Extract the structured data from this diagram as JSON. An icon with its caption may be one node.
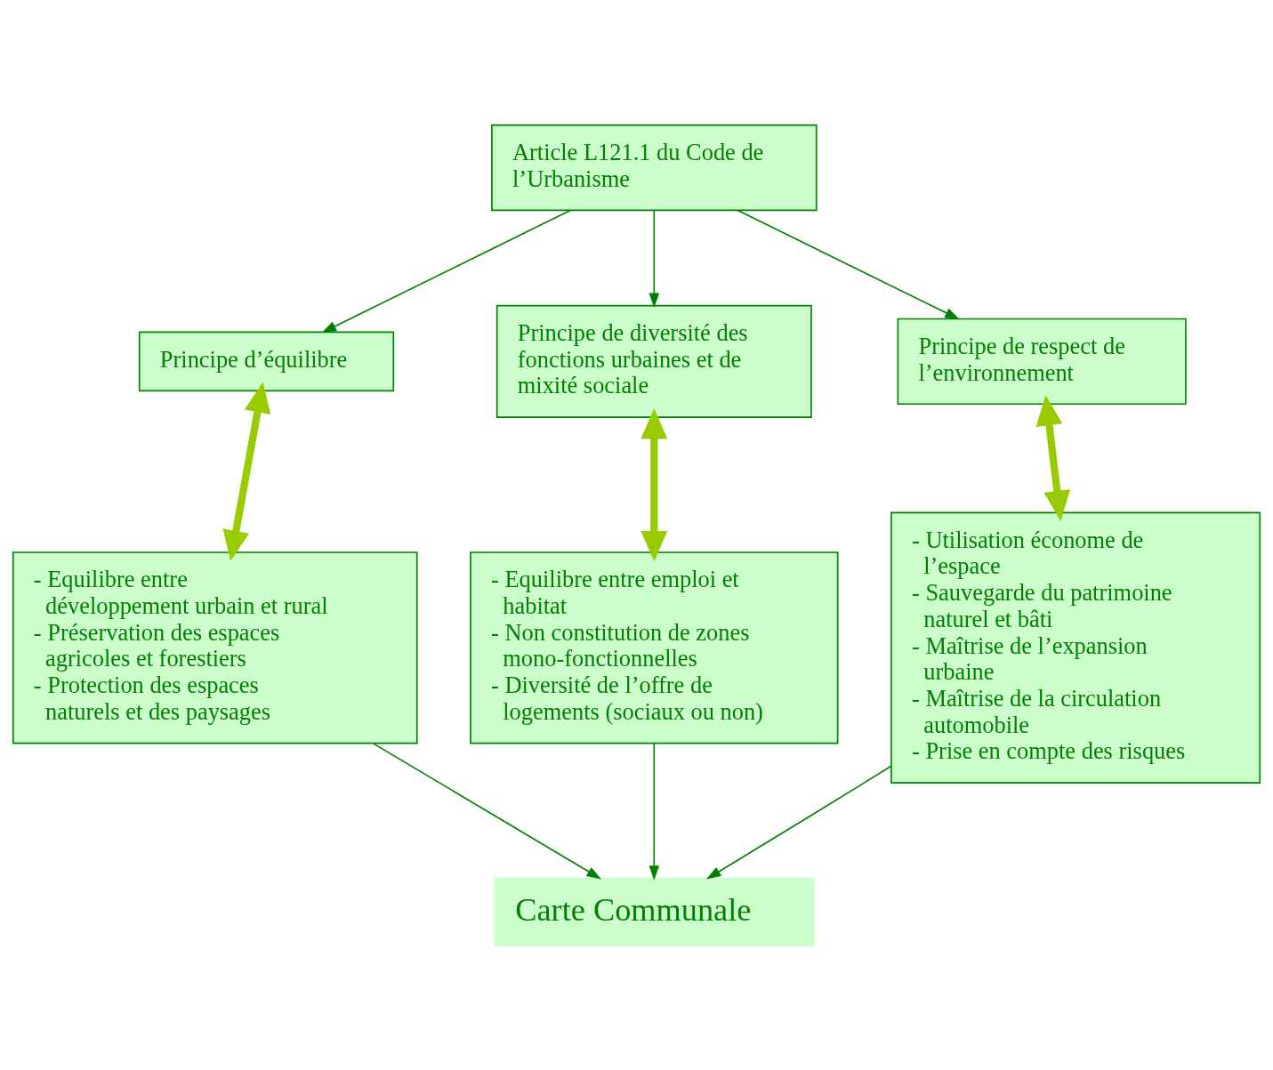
{
  "diagram": {
    "nodes": [
      {
        "text": [
          "Article L121.1 du Code de l’Urbanisme"
        ]
      },
      {
        "text": [
          "Principe d’équilibre"
        ]
      },
      {
        "text": [
          "Principe de diversité des fonctions urbaines et de mixité sociale"
        ]
      },
      {
        "text": [
          "Principe de respect de l’environnement"
        ]
      },
      {
        "text": [
          "- Equilibre entre développement urbain et rural",
          "- Préservation des espaces agricoles et forestiers",
          "- Protection des espaces naturels et des paysages"
        ]
      },
      {
        "text": [
          "- Equilibre entre emploi et habitat",
          "- Non constitution de zones mono-fonctionnelles",
          "- Diversité de l’offre de logements (sociaux ou non)"
        ]
      },
      {
        "text": [
          "- Utilisation économe de l’espace",
          "- Sauvegarde du patrimoine naturel et bâti",
          "- Maîtrise de l’expansion urbaine",
          "- Maîtrise de la circulation automobile",
          "- Prise en compte des risques"
        ]
      },
      {
        "text": [
          "Carte Communale"
        ]
      }
    ],
    "edges": [
      {
        "from": 0,
        "to": 1,
        "arrow": "to"
      },
      {
        "from": 0,
        "to": 2,
        "arrow": "to"
      },
      {
        "from": 0,
        "to": 3,
        "arrow": "to"
      },
      {
        "from": 1,
        "to": 4,
        "arrow": "both",
        "style": "thick",
        "color": "#99cc00"
      },
      {
        "from": 2,
        "to": 5,
        "arrow": "both",
        "style": "thick",
        "color": "#99cc00"
      },
      {
        "from": 3,
        "to": 6,
        "arrow": "both",
        "style": "thick",
        "color": "#99cc00"
      },
      {
        "from": 4,
        "to": 7,
        "arrow": "to"
      },
      {
        "from": 5,
        "to": 7,
        "arrow": "to"
      },
      {
        "from": 6,
        "to": 7,
        "arrow": "to"
      }
    ]
  }
}
